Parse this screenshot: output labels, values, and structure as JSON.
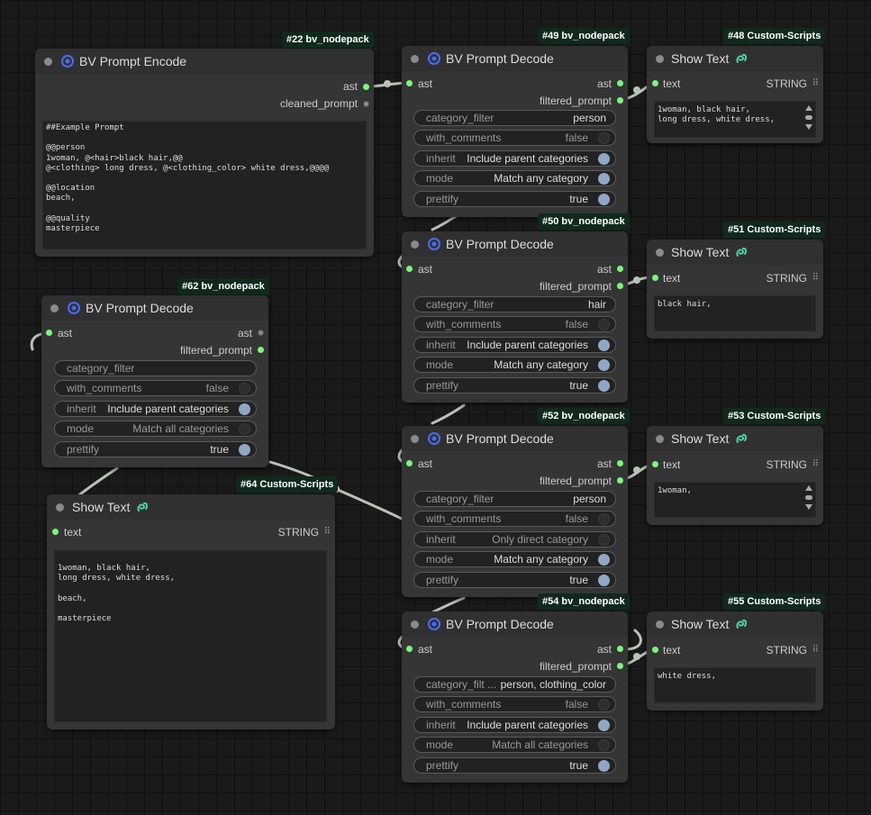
{
  "colors": {
    "canvas_bg": "#1a1a1a",
    "node_bg": "#353535",
    "badge_bg": "#0f2a1c",
    "slot_connected": "#7cf57c",
    "toggle_on": "#8fa7c4",
    "wire": "#b8c2b8"
  },
  "nodes": [
    {
      "id": "n22",
      "badge": "#22 bv_nodepack",
      "title": "BV Prompt Encode",
      "icon": "bv-swirl-icon",
      "outputs": [
        "ast",
        "cleaned_prompt"
      ],
      "text": "##Example Prompt\n\n@@person\n1woman, @<hair>black hair,@@\n@<clothing> long dress, @<clothing_color> white dress,@@@@\n\n@@location\nbeach,\n\n@@quality\nmasterpiece"
    },
    {
      "id": "n62",
      "badge": "#62 bv_nodepack",
      "title": "BV Prompt Decode",
      "icon": "bv-swirl-icon",
      "input": "ast",
      "outputs": [
        "ast",
        "filtered_prompt"
      ],
      "widgets": [
        {
          "name": "category_filter",
          "value": ""
        },
        {
          "name": "with_comments",
          "value": "false",
          "on": false
        },
        {
          "name": "inherit",
          "value": "Include parent categories",
          "on": true
        },
        {
          "name": "mode",
          "value": "Match all categories",
          "on": false
        },
        {
          "name": "prettify",
          "value": "true",
          "on": true
        }
      ]
    },
    {
      "id": "n64",
      "badge": "#64 Custom-Scripts",
      "title": "Show Text",
      "icon": "pysssss-snake-icon",
      "input": "text",
      "type": "STRING",
      "text": "1woman, black hair,\nlong dress, white dress,\n\nbeach,\n\nmasterpiece"
    },
    {
      "id": "n49",
      "badge": "#49 bv_nodepack",
      "title": "BV Prompt Decode",
      "icon": "bv-swirl-icon",
      "input": "ast",
      "outputs": [
        "ast",
        "filtered_prompt"
      ],
      "widgets": [
        {
          "name": "category_filter",
          "value": "person"
        },
        {
          "name": "with_comments",
          "value": "false",
          "on": false
        },
        {
          "name": "inherit",
          "value": "Include parent categories",
          "on": true
        },
        {
          "name": "mode",
          "value": "Match any category",
          "on": true
        },
        {
          "name": "prettify",
          "value": "true",
          "on": true
        }
      ]
    },
    {
      "id": "n48",
      "badge": "#48 Custom-Scripts",
      "title": "Show Text",
      "icon": "pysssss-snake-icon",
      "input": "text",
      "type": "STRING",
      "text": "1woman, black hair,\nlong dress, white dress,"
    },
    {
      "id": "n50",
      "badge": "#50 bv_nodepack",
      "title": "BV Prompt Decode",
      "icon": "bv-swirl-icon",
      "input": "ast",
      "outputs": [
        "ast",
        "filtered_prompt"
      ],
      "widgets": [
        {
          "name": "category_filter",
          "value": "hair"
        },
        {
          "name": "with_comments",
          "value": "false",
          "on": false
        },
        {
          "name": "inherit",
          "value": "Include parent categories",
          "on": true
        },
        {
          "name": "mode",
          "value": "Match any category",
          "on": true
        },
        {
          "name": "prettify",
          "value": "true",
          "on": true
        }
      ]
    },
    {
      "id": "n51",
      "badge": "#51 Custom-Scripts",
      "title": "Show Text",
      "icon": "pysssss-snake-icon",
      "input": "text",
      "type": "STRING",
      "text": "black hair,"
    },
    {
      "id": "n52",
      "badge": "#52 bv_nodepack",
      "title": "BV Prompt Decode",
      "icon": "bv-swirl-icon",
      "input": "ast",
      "outputs": [
        "ast",
        "filtered_prompt"
      ],
      "widgets": [
        {
          "name": "category_filter",
          "value": "person"
        },
        {
          "name": "with_comments",
          "value": "false",
          "on": false
        },
        {
          "name": "inherit",
          "value": "Only direct category",
          "on": false
        },
        {
          "name": "mode",
          "value": "Match any category",
          "on": true
        },
        {
          "name": "prettify",
          "value": "true",
          "on": true
        }
      ]
    },
    {
      "id": "n53",
      "badge": "#53 Custom-Scripts",
      "title": "Show Text",
      "icon": "pysssss-snake-icon",
      "input": "text",
      "type": "STRING",
      "text": "1woman,"
    },
    {
      "id": "n54",
      "badge": "#54 bv_nodepack",
      "title": "BV Prompt Decode",
      "icon": "bv-swirl-icon",
      "input": "ast",
      "outputs": [
        "ast",
        "filtered_prompt"
      ],
      "widgets": [
        {
          "name": "category_filt ...",
          "value": "person, clothing_color"
        },
        {
          "name": "with_comments",
          "value": "false",
          "on": false
        },
        {
          "name": "inherit",
          "value": "Include parent categories",
          "on": true
        },
        {
          "name": "mode",
          "value": "Match all categories",
          "on": false
        },
        {
          "name": "prettify",
          "value": "true",
          "on": true
        }
      ]
    },
    {
      "id": "n55",
      "badge": "#55 Custom-Scripts",
      "title": "Show Text",
      "icon": "pysssss-snake-icon",
      "input": "text",
      "type": "STRING",
      "text": "white dress,"
    }
  ]
}
